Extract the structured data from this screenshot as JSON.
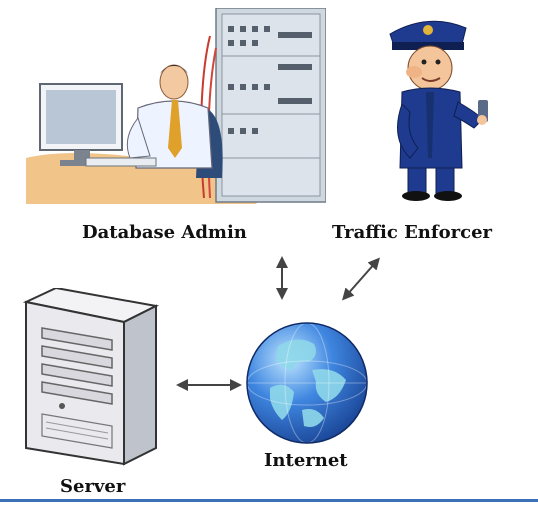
{
  "nodes": {
    "database_admin": {
      "label": "Database Admin"
    },
    "traffic_enforcer": {
      "label": "Traffic Enforcer"
    },
    "server": {
      "label": "Server"
    },
    "internet": {
      "label": "Internet"
    }
  },
  "connections": [
    {
      "from": "database_admin",
      "to": "internet",
      "direction": "both"
    },
    {
      "from": "traffic_enforcer",
      "to": "internet",
      "direction": "both"
    },
    {
      "from": "server",
      "to": "internet",
      "direction": "both"
    }
  ],
  "colors": {
    "rack": "#c9d3dc",
    "shirt": "#eef4ff",
    "tie": "#e0a12a",
    "uniform": "#1f3b8f",
    "globe_ocean": "#2f6fd1",
    "globe_land": "#7fd0e6",
    "server_body": "#e9e9ee",
    "rule": "#3b6fb8"
  },
  "icons": [
    "database-admin-illustration",
    "traffic-enforcer-illustration",
    "server-tower-icon",
    "globe-icon"
  ]
}
